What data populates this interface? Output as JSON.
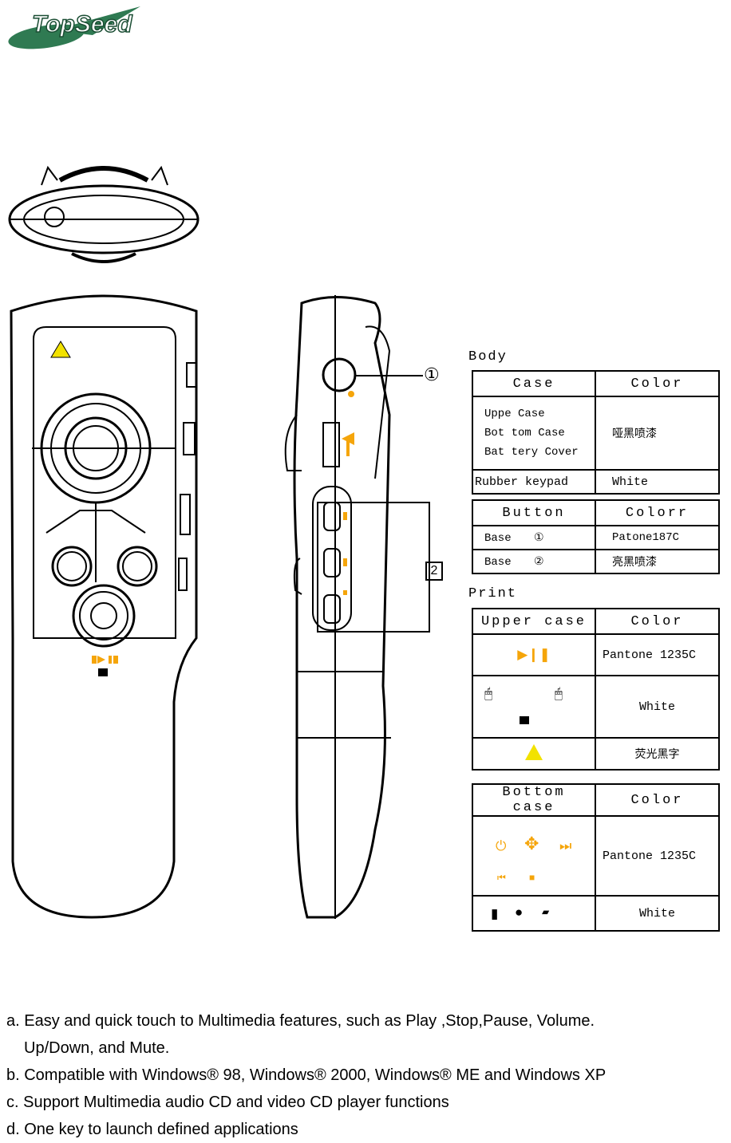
{
  "logo": {
    "text": "TopSeed"
  },
  "callouts": {
    "one": "①",
    "two": "2"
  },
  "body_section": {
    "title": "Body",
    "header": [
      "Case",
      "Color"
    ],
    "rows": [
      {
        "items": [
          "Uppe Case",
          "Bot tom Case",
          "Bat tery Cover"
        ],
        "color": "哑黑喷漆"
      },
      {
        "items": [
          "Rubber keypad"
        ],
        "color": "White"
      }
    ]
  },
  "button_section": {
    "header": [
      "Button",
      "Colorr"
    ],
    "rows": [
      {
        "label": "Base",
        "mark": "①",
        "color": "Patone187C"
      },
      {
        "label": "Base",
        "mark": "②",
        "color": "亮黑喷漆"
      }
    ]
  },
  "print_section": {
    "title": "Print",
    "upper_header": [
      "Upper case",
      "Color"
    ],
    "upper_rows": [
      {
        "color": "Pantone 1235C"
      },
      {
        "color": "White"
      },
      {
        "color": "荧光黑字"
      }
    ],
    "bottom_header": [
      "Bottom case",
      "Color"
    ],
    "bottom_rows": [
      {
        "color": "Pantone 1235C"
      },
      {
        "color": "White"
      }
    ]
  },
  "features": [
    {
      "line1": "a. Easy and quick touch to Multimedia features, such as Play ,Stop,Pause, Volume.",
      "line2": "Up/Down, and Mute."
    },
    {
      "line1": "b. Compatible with Windows® 98, Windows® 2000, Windows® ME and Windows XP"
    },
    {
      "line1": "c. Support Multimedia audio CD and video CD player functions"
    },
    {
      "line1": "d. One key to launch defined applications"
    }
  ]
}
